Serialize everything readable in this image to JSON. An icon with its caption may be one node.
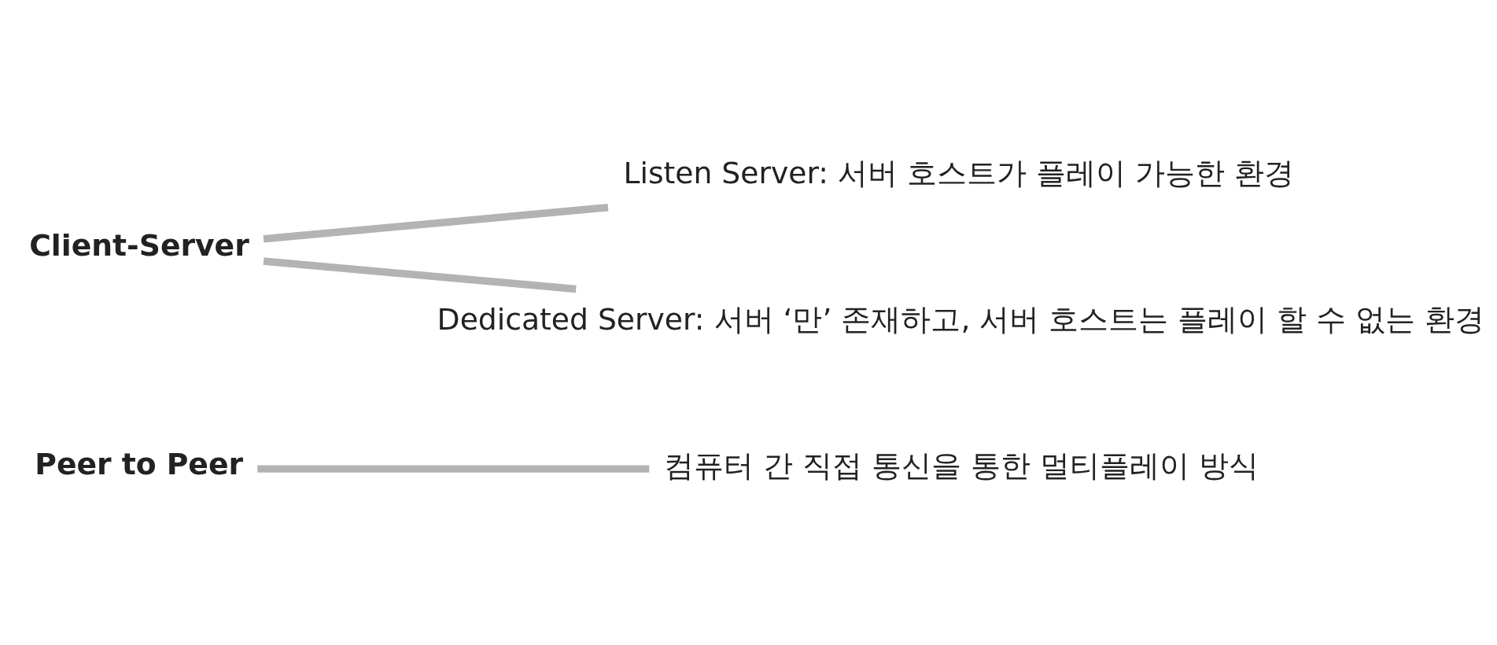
{
  "diagram": {
    "nodes": [
      {
        "text": [
          "Peer to Peer"
        ]
      },
      {
        "text": [
          "컴퓨터 간 직접 통신을 통한 멀티플레이 방식"
        ]
      },
      {
        "text": [
          "Client-Server"
        ]
      },
      {
        "text": [
          "Listen Server: 서버 호스트가 플레이 가능한 환경"
        ]
      },
      {
        "text": [
          "Dedicated Server: 서버 ‘만’ 존재하고, 서버 호스트는 플레이 할 수 없는 환경"
        ]
      }
    ],
    "edges": [
      {
        "from": 0,
        "to": 1,
        "arrow": "none"
      },
      {
        "from": 2,
        "to": 3,
        "arrow": "none"
      },
      {
        "from": 2,
        "to": 4,
        "arrow": "none"
      }
    ]
  }
}
